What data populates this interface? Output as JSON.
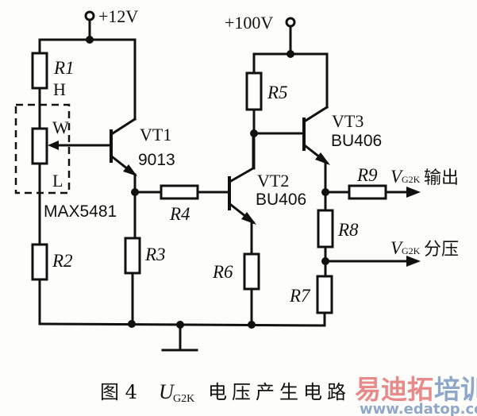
{
  "supplies": {
    "vcc_low": "+12V",
    "vcc_high": "+100V"
  },
  "resistors": {
    "r1": "R1",
    "r2": "R2",
    "r3": "R3",
    "r4": "R4",
    "r5": "R5",
    "r6": "R6",
    "r7": "R7",
    "r8": "R8",
    "r9": "R9"
  },
  "potentiometer": {
    "part": "MAX5481",
    "pin_h": "H",
    "pin_w": "W",
    "pin_l": "L"
  },
  "transistors": {
    "vt1": {
      "name": "VT1",
      "part": "9013"
    },
    "vt2": {
      "name": "VT2",
      "part": "BU406"
    },
    "vt3": {
      "name": "VT3",
      "part": "BU406"
    }
  },
  "outputs": {
    "out1": {
      "v": "V",
      "sub": "G2K",
      "text": "输出"
    },
    "out2": {
      "v": "V",
      "sub": "G2K",
      "text": "分压"
    }
  },
  "caption": {
    "fig": "图 4",
    "u": "U",
    "sub": "G2K",
    "text": "电压产生电路"
  },
  "watermark": {
    "cn_a": "易迪拓",
    "cn_b": "培训",
    "url": "www.edatop.com",
    "color_a": "#e88a8a",
    "color_b": "#8fa8c8"
  }
}
